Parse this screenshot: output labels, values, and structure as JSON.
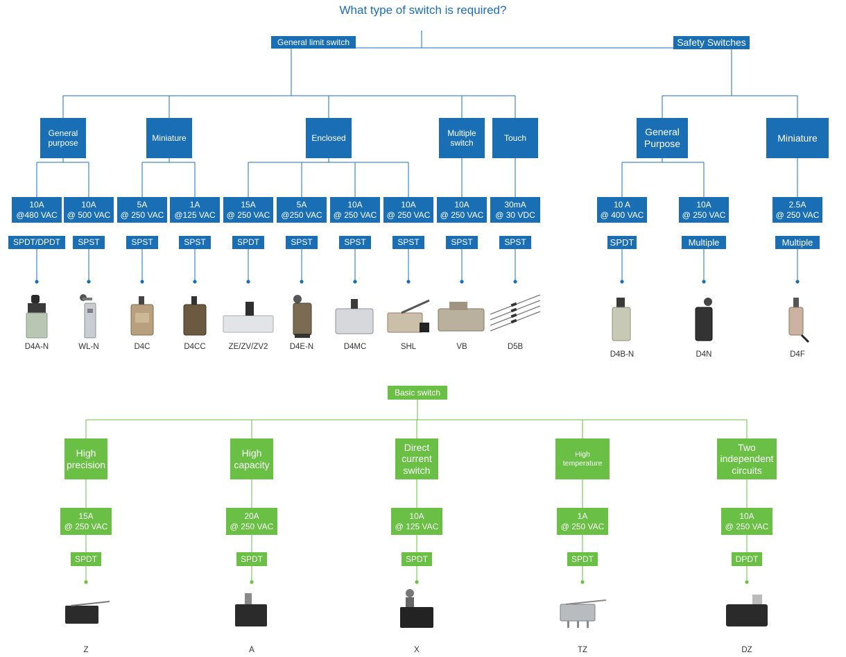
{
  "title": "What type of switch is required?",
  "colors": {
    "blue": "#1a6fb4",
    "green": "#6abf45"
  },
  "limit": {
    "general_limit": {
      "label": "General limit switch",
      "groups": [
        {
          "label": "General\npurpose",
          "items": [
            {
              "rating": "10A\n@480 VAC",
              "contact": "SPDT/DPDT",
              "model": "D4A-N"
            },
            {
              "rating": "10A\n@ 500 VAC",
              "contact": "SPST",
              "model": "WL-N"
            }
          ]
        },
        {
          "label": "Miniature",
          "items": [
            {
              "rating": "5A\n@ 250 VAC",
              "contact": "SPST",
              "model": "D4C"
            },
            {
              "rating": "1A\n@125 VAC",
              "contact": "SPST",
              "model": "D4CC"
            }
          ]
        },
        {
          "label": "Enclosed",
          "items": [
            {
              "rating": "15A\n@ 250 VAC",
              "contact": "SPDT",
              "model": "ZE/ZV/ZV2"
            },
            {
              "rating": "5A\n@250 VAC",
              "contact": "SPST",
              "model": "D4E-N"
            },
            {
              "rating": "10A\n@ 250 VAC",
              "contact": "SPST",
              "model": "D4MC"
            },
            {
              "rating": "10A\n@ 250 VAC",
              "contact": "SPST",
              "model": "SHL"
            }
          ]
        },
        {
          "label": "Multiple\nswitch",
          "items": [
            {
              "rating": "10A\n@ 250 VAC",
              "contact": "SPST",
              "model": "VB"
            }
          ]
        },
        {
          "label": "Touch",
          "items": [
            {
              "rating": "30mA\n@ 30 VDC",
              "contact": "SPST",
              "model": "D5B"
            }
          ]
        }
      ]
    },
    "safety": {
      "label": "Safety Switches",
      "groups": [
        {
          "label": "General\nPurpose",
          "items": [
            {
              "rating": "10 A\n@ 400 VAC",
              "contact": "SPDT",
              "model": "D4B-N"
            },
            {
              "rating": "10A\n@ 250 VAC",
              "contact": "Multiple",
              "model": "D4N"
            }
          ]
        },
        {
          "label": "Miniature",
          "items": [
            {
              "rating": "2.5A\n@ 250 VAC",
              "contact": "Multiple",
              "model": "D4F"
            }
          ]
        }
      ]
    }
  },
  "basic": {
    "label": "Basic switch",
    "items": [
      {
        "category": "High\nprecision",
        "rating": "15A\n@ 250 VAC",
        "contact": "SPDT",
        "model": "Z"
      },
      {
        "category": "High\ncapacity",
        "rating": "20A\n@ 250 VAC",
        "contact": "SPDT",
        "model": "A"
      },
      {
        "category": "Direct\ncurrent\nswitch",
        "rating": "10A\n@ 125 VAC",
        "contact": "SPDT",
        "model": "X"
      },
      {
        "category": "High\ntemperature",
        "rating": "1A\n@ 250 VAC",
        "contact": "SPDT",
        "model": "TZ"
      },
      {
        "category": "Two\nindependent\ncircuits",
        "rating": "10A\n@ 250 VAC",
        "contact": "DPDT",
        "model": "DZ"
      }
    ]
  }
}
